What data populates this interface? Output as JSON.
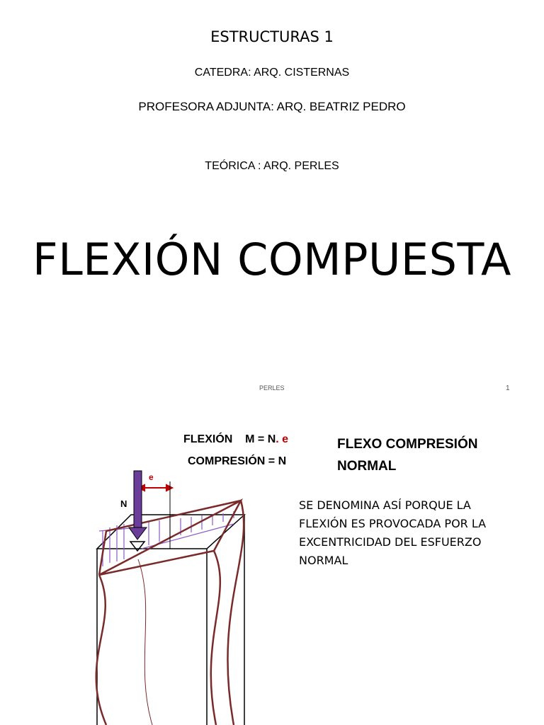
{
  "slide1": {
    "course": "ESTRUCTURAS  1",
    "chair": "CATEDRA: ARQ. CISTERNAS",
    "associate": "PROFESORA ADJUNTA: ARQ. BEATRIZ PEDRO",
    "theory": "TEÓRICA : ARQ. PERLES",
    "title": "FLEXIÓN COMPUESTA",
    "footer_name": "PERLES",
    "page_number": "1"
  },
  "slide2": {
    "eq1_label": "FLEXIÓN",
    "eq1_formula": "M =  N",
    "eq1_dot": ".",
    "eq1_e": " e",
    "eq2": "COMPRESIÓN = N",
    "type_title": "FLEXO COMPRESIÓN NORMAL",
    "description": "SE DENOMINA ASÍ PORQUE LA FLEXIÓN ES PROVOCADA POR LA EXCENTRICIDAD DEL ESFUERZO NORMAL",
    "label_n": "N",
    "label_e": "e"
  },
  "colors": {
    "load_arrow": "#6a3d9a",
    "deformed_curve": "#7b2a2a",
    "eccentricity": "#c00000",
    "stress_arrows": "#8a5cc9"
  }
}
